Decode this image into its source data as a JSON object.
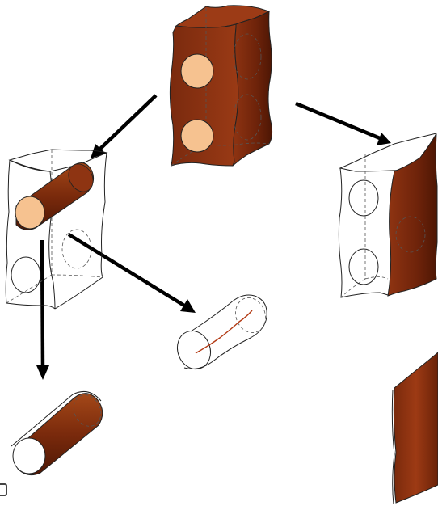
{
  "colors": {
    "brick": "#8b2e10",
    "brick_dark": "#5f1c08",
    "brick_light": "#b3501f",
    "hole_face": "#f6c290",
    "line": "#222222",
    "arrow": "#000000"
  },
  "icons": {
    "source_block": "brick-with-two-holes",
    "extracted_cylinder": "solid-cylinder",
    "wireframe_block_left": "transparent-block-with-cylinder",
    "wireframe_block_right": "transparent-block-with-side-face",
    "edge_cylinder": "wireframe-cylinder-with-line",
    "bottom_cylinder": "shaded-cylinder-with-white-end",
    "side_plate": "thin-brick-plate"
  },
  "arrows": [
    {
      "from": "source-block",
      "to": "wireframe-block-left"
    },
    {
      "from": "source-block",
      "to": "wireframe-block-right"
    },
    {
      "from": "wireframe-block-left",
      "to": "bottom-cylinder"
    },
    {
      "from": "wireframe-block-left",
      "to": "edge-cylinder"
    }
  ]
}
